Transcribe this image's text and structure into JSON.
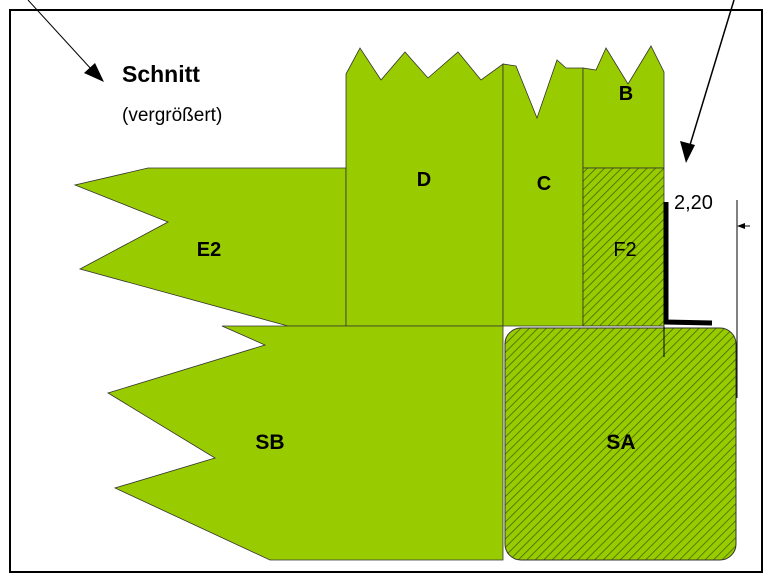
{
  "title": "Schnitt",
  "subtitle": "(vergrößert)",
  "dimension": "2,20",
  "colors": {
    "wood": "#99CC00",
    "hatch": "#446600",
    "outline": "#333333",
    "frame": "#000000"
  },
  "pieces": {
    "b": "B",
    "c": "C",
    "d": "D",
    "e2": "E2",
    "f2": "F2",
    "sa": "SA",
    "sb": "SB"
  }
}
